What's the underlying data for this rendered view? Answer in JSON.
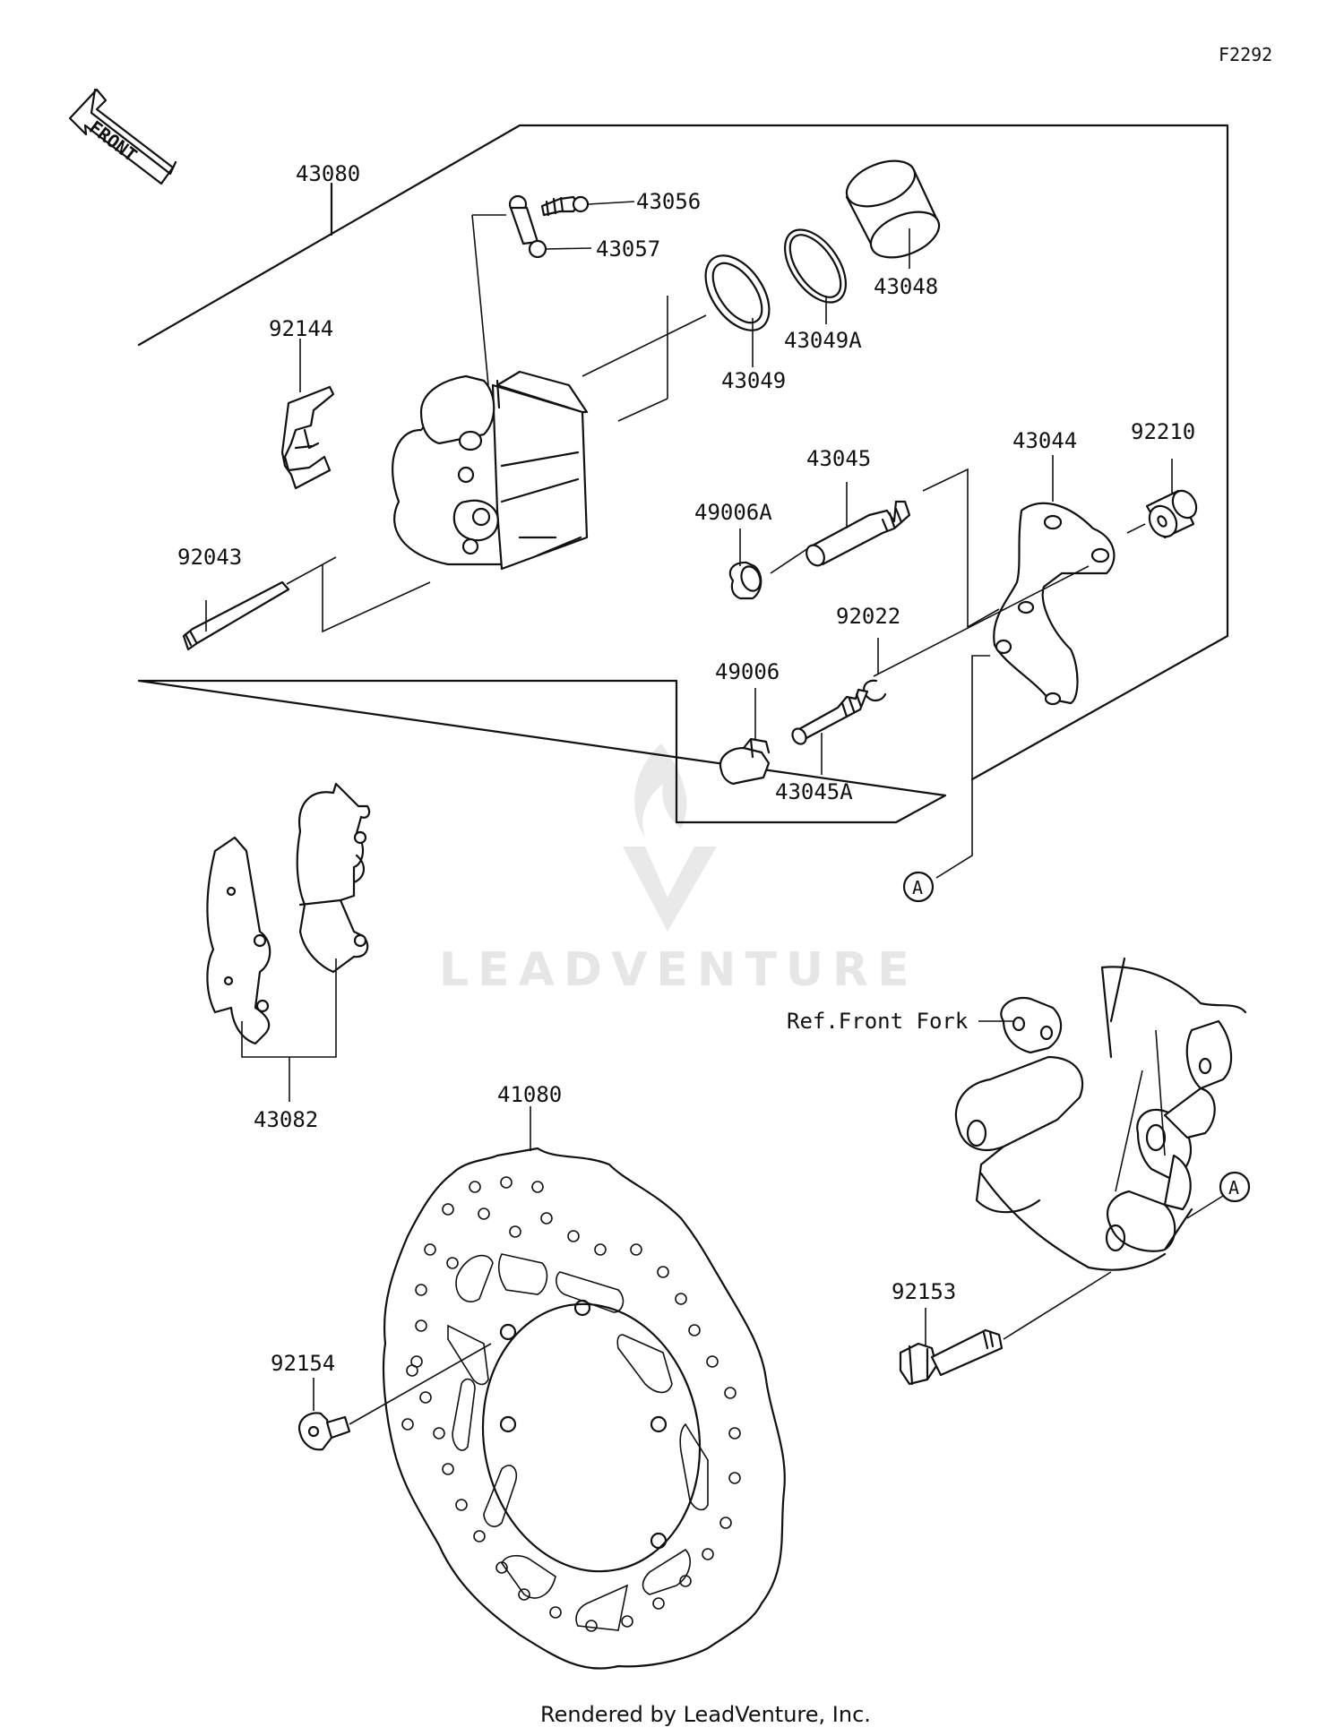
{
  "figure_code": "F2292",
  "front_arrow_text": "FRONT",
  "reference_label": "Ref.Front Fork",
  "callout_letter": "A",
  "footer_text": "Rendered by LeadVenture, Inc.",
  "watermark_text": "LEADVENTURE",
  "parts": [
    {
      "id": "p43080",
      "number": "43080"
    },
    {
      "id": "p43056",
      "number": "43056"
    },
    {
      "id": "p43057",
      "number": "43057"
    },
    {
      "id": "p43048",
      "number": "43048"
    },
    {
      "id": "p43049A",
      "number": "43049A"
    },
    {
      "id": "p43049",
      "number": "43049"
    },
    {
      "id": "p92144",
      "number": "92144"
    },
    {
      "id": "p43044",
      "number": "43044"
    },
    {
      "id": "p92210",
      "number": "92210"
    },
    {
      "id": "p43045",
      "number": "43045"
    },
    {
      "id": "p49006A",
      "number": "49006A"
    },
    {
      "id": "p92043",
      "number": "92043"
    },
    {
      "id": "p92022",
      "number": "92022"
    },
    {
      "id": "p49006",
      "number": "49006"
    },
    {
      "id": "p43045A",
      "number": "43045A"
    },
    {
      "id": "p43082",
      "number": "43082"
    },
    {
      "id": "p41080",
      "number": "41080"
    },
    {
      "id": "p92153",
      "number": "92153"
    },
    {
      "id": "p92154",
      "number": "92154"
    }
  ]
}
